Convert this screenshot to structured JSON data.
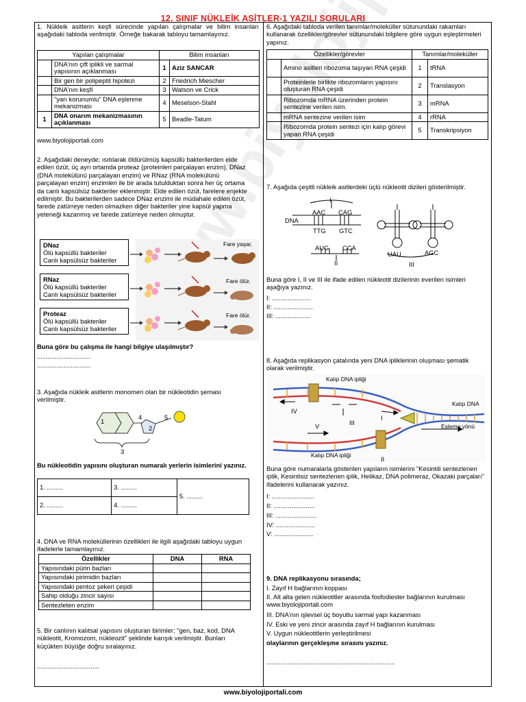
{
  "title": "12. SINIF NÜKLEİK ASİTLER-1 YAZILI SORULARI",
  "footer": "www.biyolojiportali.com",
  "watermark": "www.biyolojiportali.com",
  "q1": {
    "text": "1. Nükleik asitlerin keşfi sürecinde yapılan çalışmalar ve bilim insanları aşağıdaki tabloda verilmiştir. Örneğe bakarak tabloyu tamamlayınız.",
    "headers": [
      "Yapılan çalışmalar",
      "Bilim insanları"
    ],
    "rows": [
      {
        "mark": "",
        "work": "DNA'nın çift iplikli ve sarmal yapısının açıklanması",
        "num": "1",
        "sci": "Aziz SANCAR",
        "bold": true
      },
      {
        "mark": "",
        "work": "Bir gen bir polipeptit hipotezi",
        "num": "2",
        "sci": "Friedrich Miescher",
        "bold": false
      },
      {
        "mark": "",
        "work": "DNA'nın keşfi",
        "num": "3",
        "sci": "Watson ve Crick",
        "bold": false
      },
      {
        "mark": "",
        "work": "\"yarı korunumlu\" DNA eşlenme mekanizması",
        "num": "4",
        "sci": "Meselson-Stahl",
        "bold": false
      },
      {
        "mark": "1",
        "work": "DNA onarım mekanizmasının açıklanması",
        "num": "5",
        "sci": "Beadle-Tatum",
        "bold": false
      }
    ],
    "site": "www.biyolojiportali.com"
  },
  "q2": {
    "text": "2. Aşağıdaki deneyde; ısıtılarak öldürülmüş kapsüllü bakterilerden elde edilen özüt, üç ayrı ortamda proteaz (proteinleri parçalayan enzim), DNaz (DNA molekülünü parçalayan enzim) ve RNaz (RNA molekülünü parçalayan enzim) enzimleri ile bir arada tutulduktan sonra her üç ortama da canlı kapsülsüz bakteriler eklenmiştir. Elde edilen özüt, farelere enjekte edilmiştir. Bu bakterilerden sadece DNaz enzimi ile müdahale edilen özüt, farede zatürreye neden olmazken diğer bakteriler yine kapsül yapma yeteneği kazanmış ve farede zatürreye neden olmuştur.",
    "boxes": [
      {
        "enzyme": "DNaz",
        "l1": "Ölü kapsüllü bakteriler",
        "l2": "Canlı kapsülsüz bakteriler",
        "result": "Fare yaşar."
      },
      {
        "enzyme": "RNaz",
        "l1": "Ölü kapsüllü bakteriler",
        "l2": "Canlı kapsülsüz bakteriler",
        "result": "Fare ölür."
      },
      {
        "enzyme": "Proteaz",
        "l1": "Ölü kapsüllü bakteriler",
        "l2": "Canlı kapsülsüz bakteriler",
        "result": "Fare ölür."
      }
    ],
    "question": "Buna göre bu çalışma ile hangi bilgiye ulaşılmıştır?",
    "answer1": "..............................",
    "answer2": ".............................."
  },
  "q3": {
    "text": "3. Aşağıda nükleik asitlerin monomeri olan bir nükleotidin şeması verilmiştir.",
    "labels": [
      "1",
      "2",
      "3",
      "4",
      "5"
    ],
    "question": "Bu nükleotidin yapısını oluşturan numaralı yerlerin isimlerini yazınız.",
    "cells": [
      "1. .........",
      "3. .........",
      "5. .........",
      "2. .........",
      "4. ........."
    ]
  },
  "q4": {
    "text": "4. DNA ve RNA moleküllerinin özellikleri ile ilgili aşağıdaki tabloyu uygun ifadelerle tamamlayınız.",
    "headers": [
      "Özellikler",
      "DNA",
      "RNA"
    ],
    "rows": [
      "Yapısındaki pürin bazları",
      "Yapısındaki pirimidin bazları",
      "Yapısındaki pentoz şekeri çeşidi",
      "Sahip olduğu zincir sayısı",
      "Sentezleten enzim"
    ]
  },
  "q5": {
    "text": "5. Bir canlının kalıtsal yapısını oluşturan birimler; \"gen, baz, kod, DNA nükleotit, Kromozom, nükleozit\" şeklinde karışık verilmiştir. Bunları küçükten büyüğe doğru sıralayınız.",
    "answer": "..................................."
  },
  "q6": {
    "text": "6. Aşağıdaki tabloda verilen tanımlar/moleküller sütunundaki rakamları kullanarak özellikler/görevler sütunundaki bilgilere göre uygun eşleştirmeleri yapınız.",
    "headers": [
      "Özellikler/görevler",
      "Tanımlar/moleküller"
    ],
    "rows": [
      {
        "desc": "Amino asitleri ribozoma taşıyan RNA çeşidi",
        "num": "1",
        "mol": "tRNA"
      },
      {
        "desc": "Proteinlerle birlikte ribozomların yapısını oluşturan RNA çeşidi",
        "num": "2",
        "mol": "Translasyon"
      },
      {
        "desc": "Ribozomda mRNA üzerinden protein sentezine verilen isim.",
        "num": "3",
        "mol": "mRNA"
      },
      {
        "desc": "mRNA sentezine verilen isim",
        "num": "4",
        "mol": "rRNA"
      },
      {
        "desc": "Ribozomda protein sentezi için kalıp görevi yapan RNA çeşidi",
        "num": "5",
        "mol": "Transkripsiyon"
      }
    ]
  },
  "q7": {
    "text": "7. Aşağıda çeşitli nükleik asitlerdeki üçlü nükleotit dizileri gösterilmiştir.",
    "dna_label": "DNA",
    "codons_top": [
      "AAC",
      "CAG"
    ],
    "codons_bottom": [
      "TTG",
      "GTC"
    ],
    "codons_rna": [
      "AUG",
      "CCA"
    ],
    "anticodons": [
      "UAU",
      "AGC"
    ],
    "roman": [
      "I",
      "II",
      "III"
    ],
    "question": "Buna göre I, II ve III ile ifade edilen nükleotit dizilerinin everilen isimleri aşağıya yazınız.",
    "answers": [
      "I: ......................",
      "II: ......................",
      "III: ...................."
    ]
  },
  "q8": {
    "text": "8. Aşağıda replikasyon çatalında yeni DNA ipliklerinin oluşması şematik olarak verilmiştir.",
    "labels": {
      "template_top": "Kalıp DNA ipliği",
      "template_right": "Kalıp DNA",
      "template_bottom": "Kalıp DNA ipliği",
      "direction": "Eşleme yönü"
    },
    "roman": [
      "I",
      "II",
      "III",
      "IV",
      "V"
    ],
    "question": "Buna göre numaralarla gösterilen yapıların isimlerini \"Kesintili sentezlenen iplik, Kesintisiz sentezlenen iplik, Helikaz, DNA polimeraz, Okazaki parçaları\" ifadelerini kullanarak yazınız.",
    "answers": [
      "I: ........................",
      "II: .......................",
      "III: .......................",
      "IV: ......................",
      "V: ......................"
    ]
  },
  "q9": {
    "title": "9. DNA replikasyonu sırasında;",
    "items": [
      "I. Zayıf H bağlarının koppası",
      "II. Alt alta gelen nükleotitler arasında fosfodiester bağlarının kurulması www.biyolojiportali.com",
      "III. DNA'nın işlevsel üç boyutlu sarmal yapı kazanması",
      "IV. Eski ve yeni zincir arasında zayıf H bağlarının kurulması",
      "V. Uygun nükleotitlerin yerleştirilmesi"
    ],
    "question": "olaylarının gerçekleşme sırasını yazınız.",
    "answer": "........................................................................"
  }
}
